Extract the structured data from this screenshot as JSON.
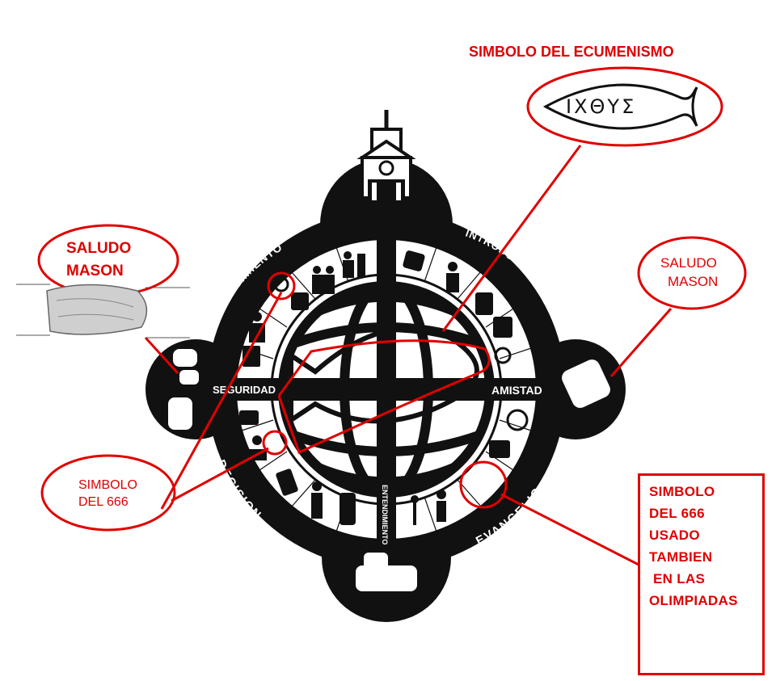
{
  "title": "SIMBOLO DEL ECUMENISMO",
  "fish_text": "IXΘΥΣ",
  "saludo_left": [
    "SALUDO",
    "MASON"
  ],
  "saludo_right": [
    "SALUDO",
    "MASON"
  ],
  "simbolo_666_small": [
    "SIMBOLO",
    "DEL 666"
  ],
  "box_666": [
    "SIMBOLO",
    "DEL 666",
    "USADO",
    "TAMBIEN",
    " EN LAS",
    "OLIMPIADAS"
  ],
  "wheel_labels": {
    "top_left": "SEGUIMIENTO",
    "top_right": "INTRODUCCION",
    "left": "SEGURIDAD",
    "right": "AMISTAD",
    "bottom": "ENTENDIMIENTO",
    "bottom_left": "DECISION",
    "bottom_right": "EVANGELIO"
  },
  "colors": {
    "annotation_red": "#e00000",
    "ink": "#111111"
  }
}
